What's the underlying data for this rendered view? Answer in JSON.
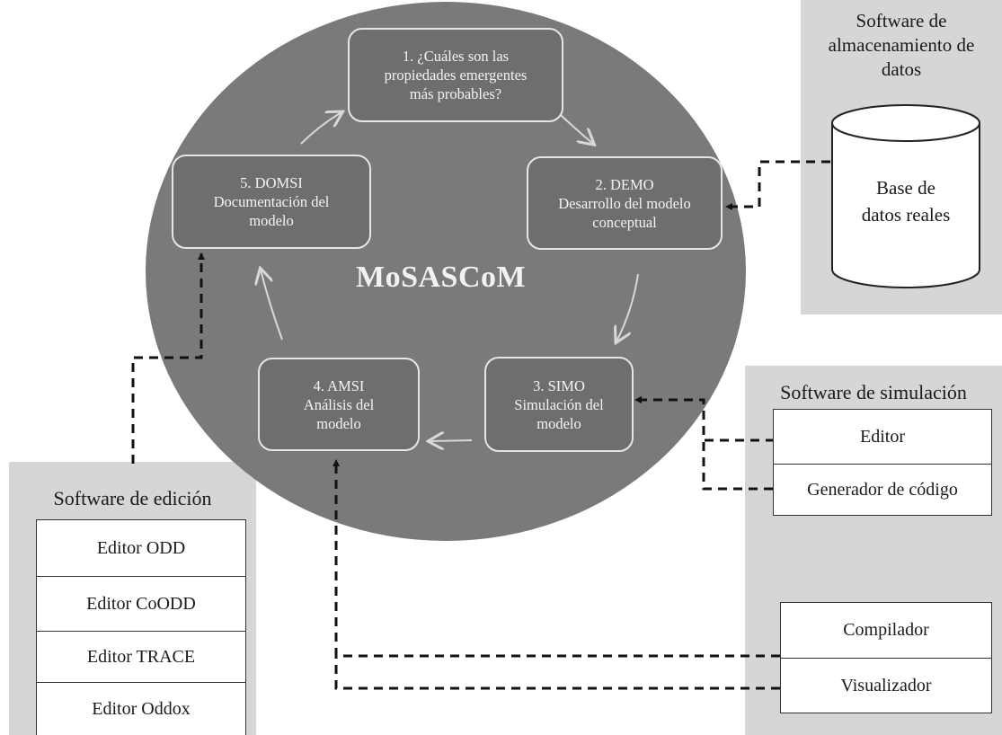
{
  "center_title": "MoSASCoM",
  "steps": [
    {
      "line1": "1. ¿Cuáles son las",
      "line2": "propiedades emergentes",
      "line3": "más probables?"
    },
    {
      "line1": "2. DEMO",
      "line2": "Desarrollo del modelo",
      "line3": "conceptual"
    },
    {
      "line1": "3. SIMO",
      "line2": "Simulación del",
      "line3": "modelo"
    },
    {
      "line1": "4. AMSI",
      "line2": "Análisis del",
      "line3": "modelo"
    },
    {
      "line1": "5. DOMSI",
      "line2": "Documentación del",
      "line3": "modelo"
    }
  ],
  "storage_panel": {
    "title_line1": "Software de",
    "title_line2": "almacenamiento de",
    "title_line3": "datos",
    "db_line1": "Base de",
    "db_line2": "datos reales"
  },
  "simulation_panel": {
    "title": "Software de simulación",
    "items": [
      "Editor",
      "Generador de código",
      "Compilador",
      "Visualizador"
    ]
  },
  "editing_panel": {
    "title": "Software de edición",
    "items": [
      "Editor ODD",
      "Editor CoODD",
      "Editor TRACE",
      "Editor Oddox"
    ]
  },
  "colors": {
    "circle": "#7a7a7a",
    "step_fill": "#6e6e6e",
    "step_border": "#e6e6e6",
    "panel": "#d6d6d6"
  }
}
